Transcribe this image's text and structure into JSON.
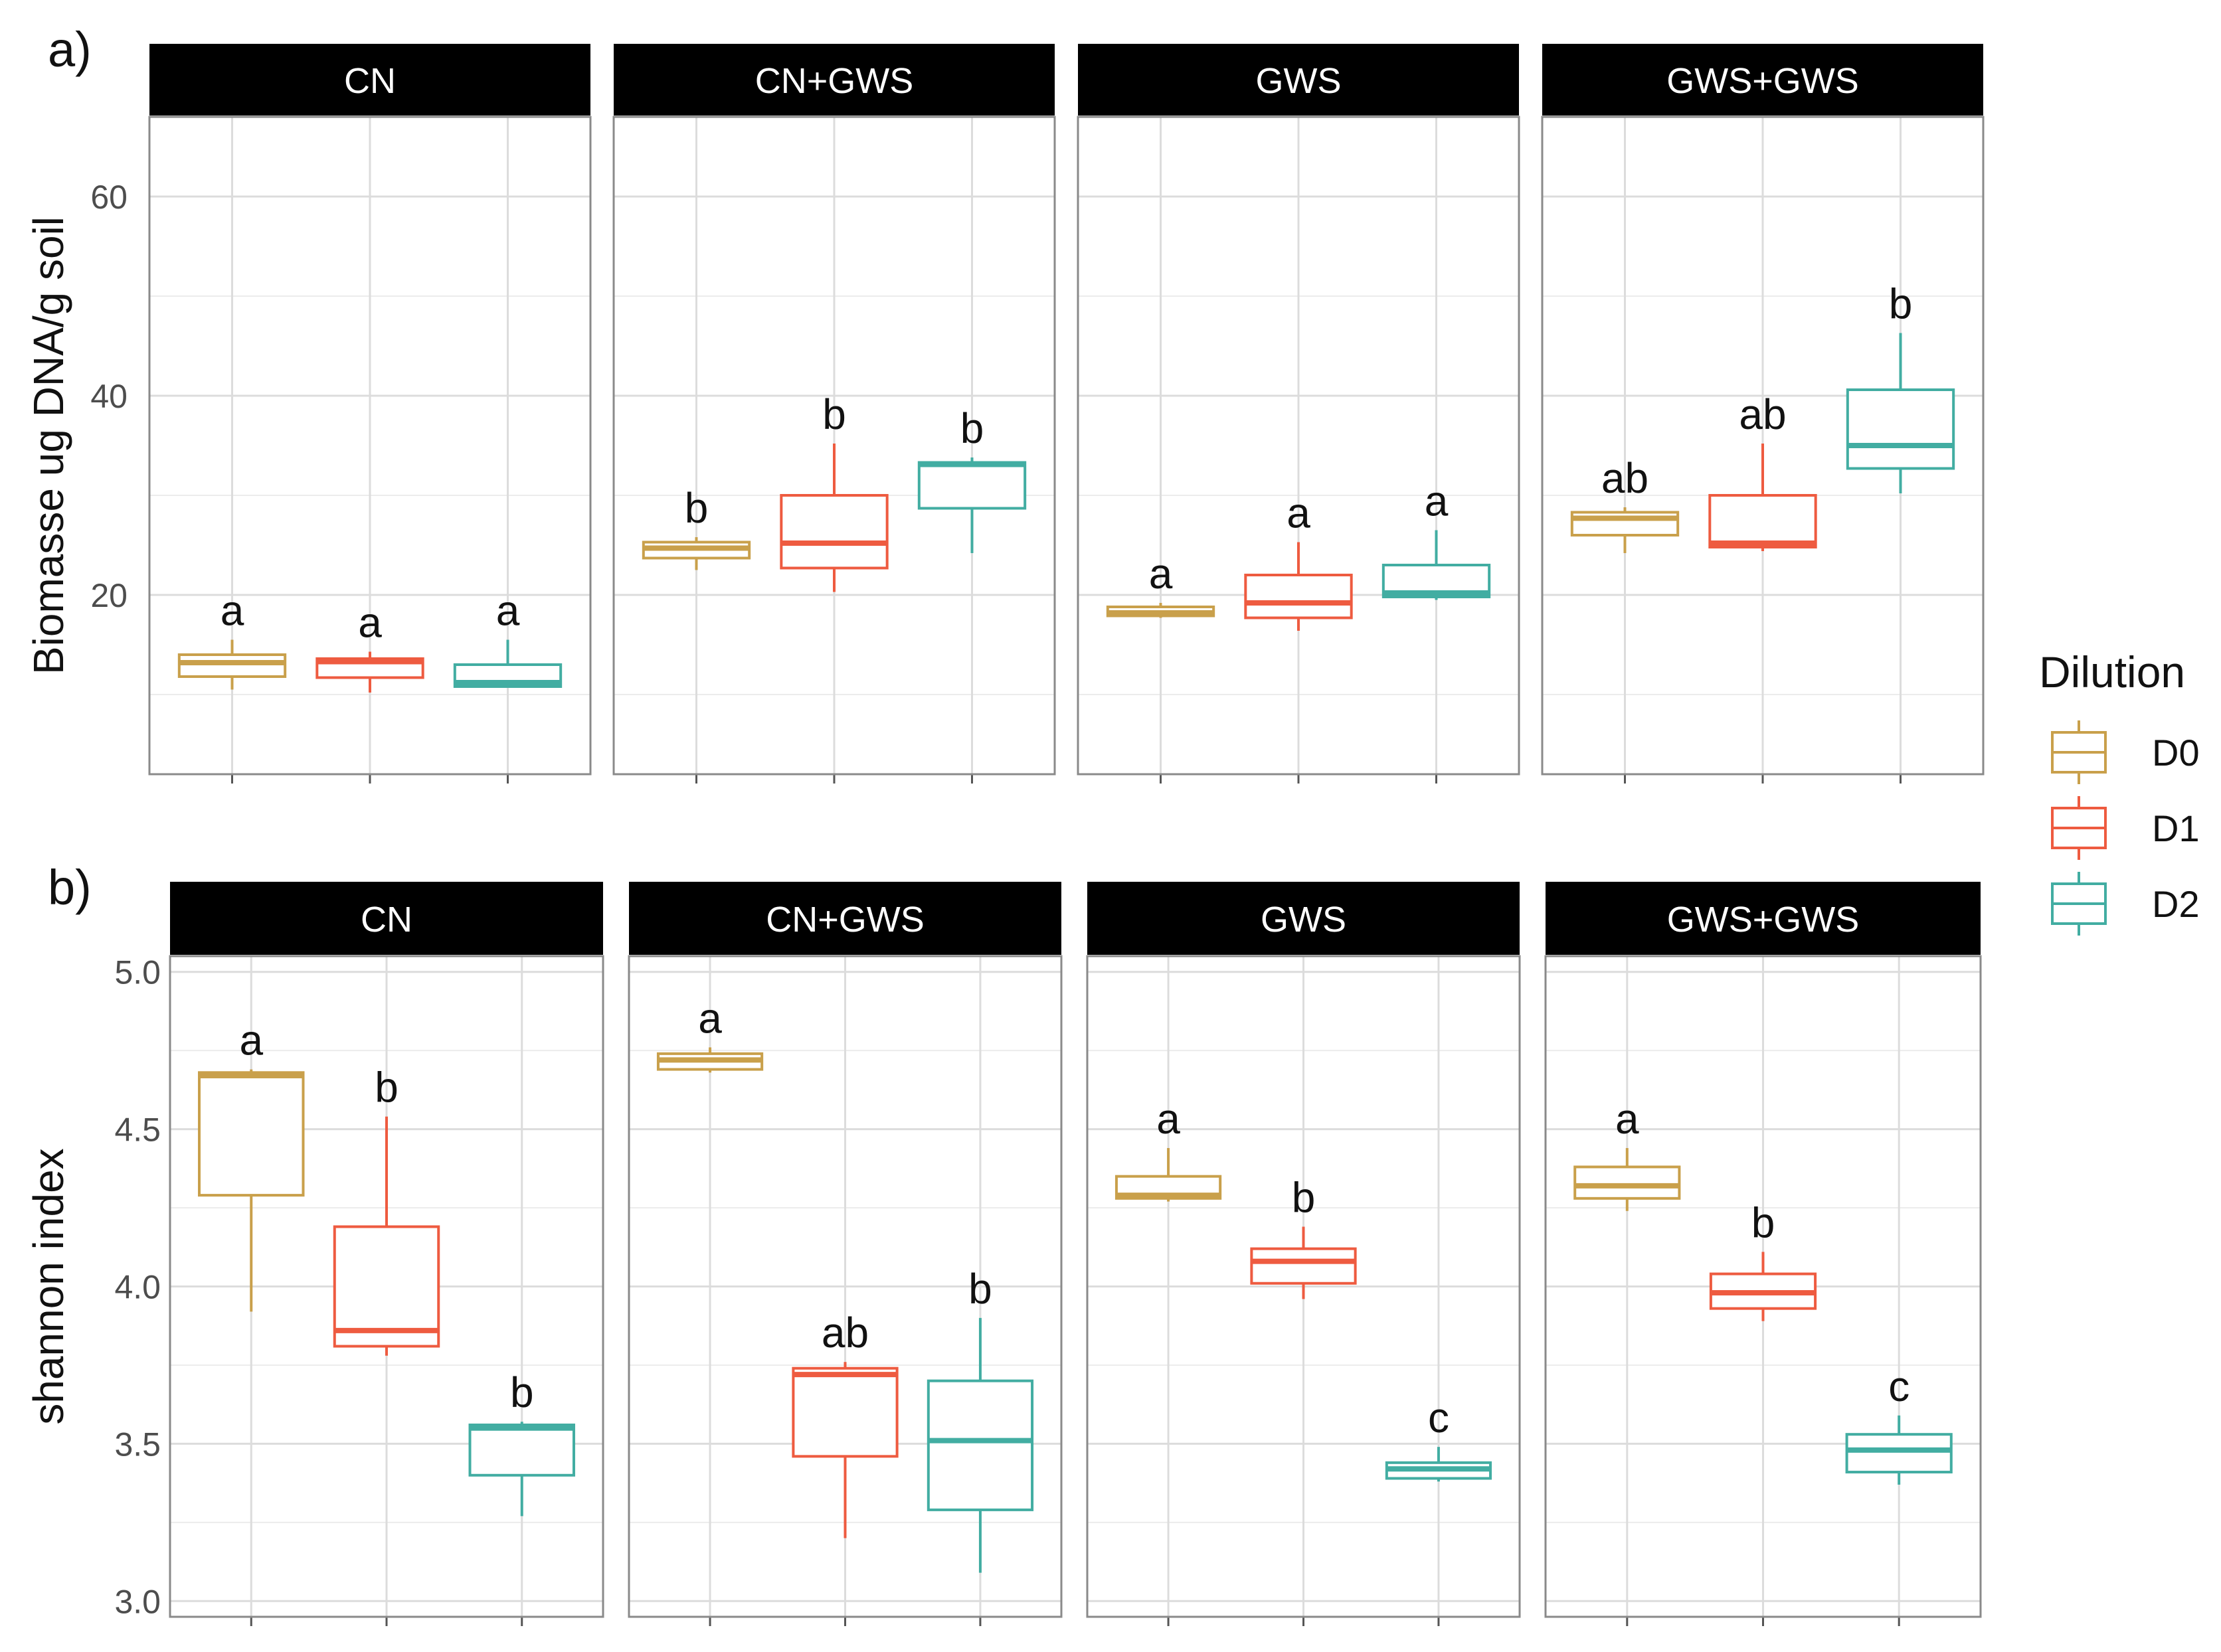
{
  "figure": {
    "legend": {
      "title": "Dilution",
      "items": [
        {
          "label": "D0",
          "color": "#C9A04B"
        },
        {
          "label": "D1",
          "color": "#EE5B40"
        },
        {
          "label": "D2",
          "color": "#42ADA2"
        }
      ],
      "placement": "right"
    }
  },
  "chart_data": [
    {
      "type": "boxplot",
      "panel_label": "a)",
      "ylabel": "Biomasse ug DNA/g soil",
      "ylim": [
        2,
        68
      ],
      "yticks": [
        20,
        40,
        60
      ],
      "grid": true,
      "facets": [
        {
          "title": "CN",
          "groups": [
            {
              "dilution": "D0",
              "min": 10.5,
              "q1": 11.8,
              "median": 13.2,
              "q3": 14.0,
              "max": 15.5,
              "letter": "a"
            },
            {
              "dilution": "D1",
              "min": 10.2,
              "q1": 11.7,
              "median": 13.3,
              "q3": 13.6,
              "max": 14.3,
              "letter": "a"
            },
            {
              "dilution": "D2",
              "min": 10.8,
              "q1": 10.8,
              "median": 11.2,
              "q3": 13.0,
              "max": 15.5,
              "letter": "a"
            }
          ]
        },
        {
          "title": "CN+GWS",
          "groups": [
            {
              "dilution": "D0",
              "min": 22.5,
              "q1": 23.7,
              "median": 24.7,
              "q3": 25.3,
              "max": 25.8,
              "letter": "b"
            },
            {
              "dilution": "D1",
              "min": 20.3,
              "q1": 22.7,
              "median": 25.2,
              "q3": 30.0,
              "max": 35.2,
              "letter": "b"
            },
            {
              "dilution": "D2",
              "min": 24.2,
              "q1": 28.7,
              "median": 33.1,
              "q3": 33.3,
              "max": 33.8,
              "letter": "b"
            }
          ]
        },
        {
          "title": "GWS",
          "groups": [
            {
              "dilution": "D0",
              "min": 17.7,
              "q1": 17.9,
              "median": 18.2,
              "q3": 18.8,
              "max": 19.2,
              "letter": "a"
            },
            {
              "dilution": "D1",
              "min": 16.4,
              "q1": 17.7,
              "median": 19.2,
              "q3": 22.0,
              "max": 25.3,
              "letter": "a"
            },
            {
              "dilution": "D2",
              "min": 19.5,
              "q1": 19.8,
              "median": 20.2,
              "q3": 23.0,
              "max": 26.5,
              "letter": "a"
            }
          ]
        },
        {
          "title": "GWS+GWS",
          "groups": [
            {
              "dilution": "D0",
              "min": 24.2,
              "q1": 26.0,
              "median": 27.7,
              "q3": 28.3,
              "max": 28.8,
              "letter": "ab"
            },
            {
              "dilution": "D1",
              "min": 24.4,
              "q1": 24.8,
              "median": 25.2,
              "q3": 30.0,
              "max": 35.2,
              "letter": "ab"
            },
            {
              "dilution": "D2",
              "min": 30.2,
              "q1": 32.7,
              "median": 35.0,
              "q3": 40.6,
              "max": 46.3,
              "letter": "b"
            }
          ]
        }
      ]
    },
    {
      "type": "boxplot",
      "panel_label": "b)",
      "ylabel": "shannon index",
      "ylim": [
        2.95,
        5.05
      ],
      "yticks": [
        3.0,
        3.5,
        4.0,
        4.5,
        5.0
      ],
      "ytick_labels": [
        "3.0",
        "3.5",
        "4.0",
        "4.5",
        "5.0"
      ],
      "grid": true,
      "facets": [
        {
          "title": "CN",
          "groups": [
            {
              "dilution": "D0",
              "min": 3.92,
              "q1": 4.29,
              "median": 4.67,
              "q3": 4.68,
              "max": 4.69,
              "letter": "a"
            },
            {
              "dilution": "D1",
              "min": 3.78,
              "q1": 3.81,
              "median": 3.86,
              "q3": 4.19,
              "max": 4.54,
              "letter": "b"
            },
            {
              "dilution": "D2",
              "min": 3.27,
              "q1": 3.4,
              "median": 3.55,
              "q3": 3.56,
              "max": 3.57,
              "letter": "b"
            }
          ]
        },
        {
          "title": "CN+GWS",
          "groups": [
            {
              "dilution": "D0",
              "min": 4.68,
              "q1": 4.69,
              "median": 4.72,
              "q3": 4.74,
              "max": 4.76,
              "letter": "a"
            },
            {
              "dilution": "D1",
              "min": 3.2,
              "q1": 3.46,
              "median": 3.72,
              "q3": 3.74,
              "max": 3.76,
              "letter": "ab"
            },
            {
              "dilution": "D2",
              "min": 3.09,
              "q1": 3.29,
              "median": 3.51,
              "q3": 3.7,
              "max": 3.9,
              "letter": "b"
            }
          ]
        },
        {
          "title": "GWS",
          "groups": [
            {
              "dilution": "D0",
              "min": 4.27,
              "q1": 4.28,
              "median": 4.29,
              "q3": 4.35,
              "max": 4.44,
              "letter": "a"
            },
            {
              "dilution": "D1",
              "min": 3.96,
              "q1": 4.01,
              "median": 4.08,
              "q3": 4.12,
              "max": 4.19,
              "letter": "b"
            },
            {
              "dilution": "D2",
              "min": 3.38,
              "q1": 3.39,
              "median": 3.42,
              "q3": 3.44,
              "max": 3.49,
              "letter": "c"
            }
          ]
        },
        {
          "title": "GWS+GWS",
          "groups": [
            {
              "dilution": "D0",
              "min": 4.24,
              "q1": 4.28,
              "median": 4.32,
              "q3": 4.38,
              "max": 4.44,
              "letter": "a"
            },
            {
              "dilution": "D1",
              "min": 3.89,
              "q1": 3.93,
              "median": 3.98,
              "q3": 4.04,
              "max": 4.11,
              "letter": "b"
            },
            {
              "dilution": "D2",
              "min": 3.37,
              "q1": 3.41,
              "median": 3.48,
              "q3": 3.53,
              "max": 3.59,
              "letter": "c"
            }
          ]
        }
      ]
    }
  ]
}
